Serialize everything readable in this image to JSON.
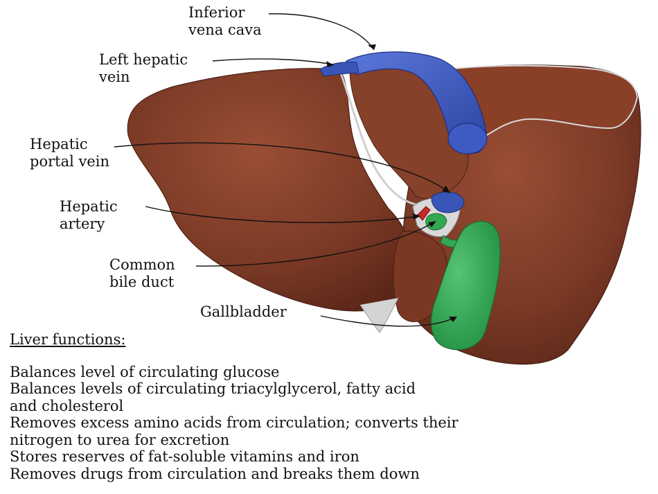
{
  "labels": {
    "inferior_vena_cava": [
      "Inferior",
      "vena cava"
    ],
    "left_hepatic_vein": [
      "Left hepatic",
      "vein"
    ],
    "hepatic_portal_vein": [
      "Hepatic",
      "portal vein"
    ],
    "hepatic_artery": [
      "Hepatic",
      "artery"
    ],
    "common_bile_duct": [
      "Common",
      "bile duct"
    ],
    "gallbladder": [
      "Gallbladder"
    ]
  },
  "functions": {
    "heading": "Liver functions:",
    "items": [
      "Balances level of circulating glucose",
      "Balances levels of circulating triacylglycerol, fatty acid",
      "and cholesterol",
      "Removes excess amino acids from circulation; converts their",
      "nitrogen to urea for excretion",
      "Stores reserves of fat-soluble vitamins and iron",
      "Removes drugs from circulation and breaks them down"
    ]
  },
  "colors": {
    "liver": "#7b3a26",
    "liver_dark": "#5a2618",
    "liver_light": "#9a4e34",
    "vein_blue": "#3a55b8",
    "artery_red": "#c42a2a",
    "bile_green": "#34a853",
    "ligament_grey": "#c9c9c9"
  }
}
